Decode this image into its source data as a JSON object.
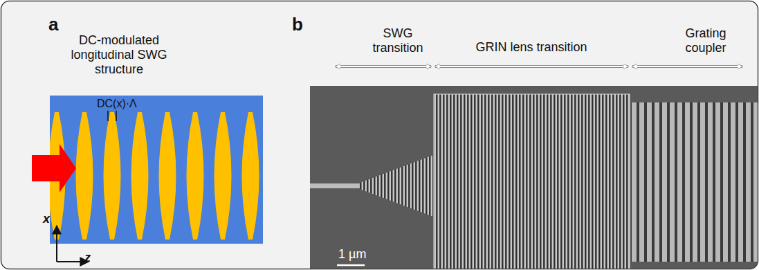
{
  "diagram": {
    "labels": [
      "a",
      "DC-modulated longitudinal SWG structure",
      "DC(x)·Λ",
      "x",
      "z",
      "b",
      "SWG transition",
      "GRIN lens transition",
      "Grating coupler",
      "1 µm"
    ]
  }
}
